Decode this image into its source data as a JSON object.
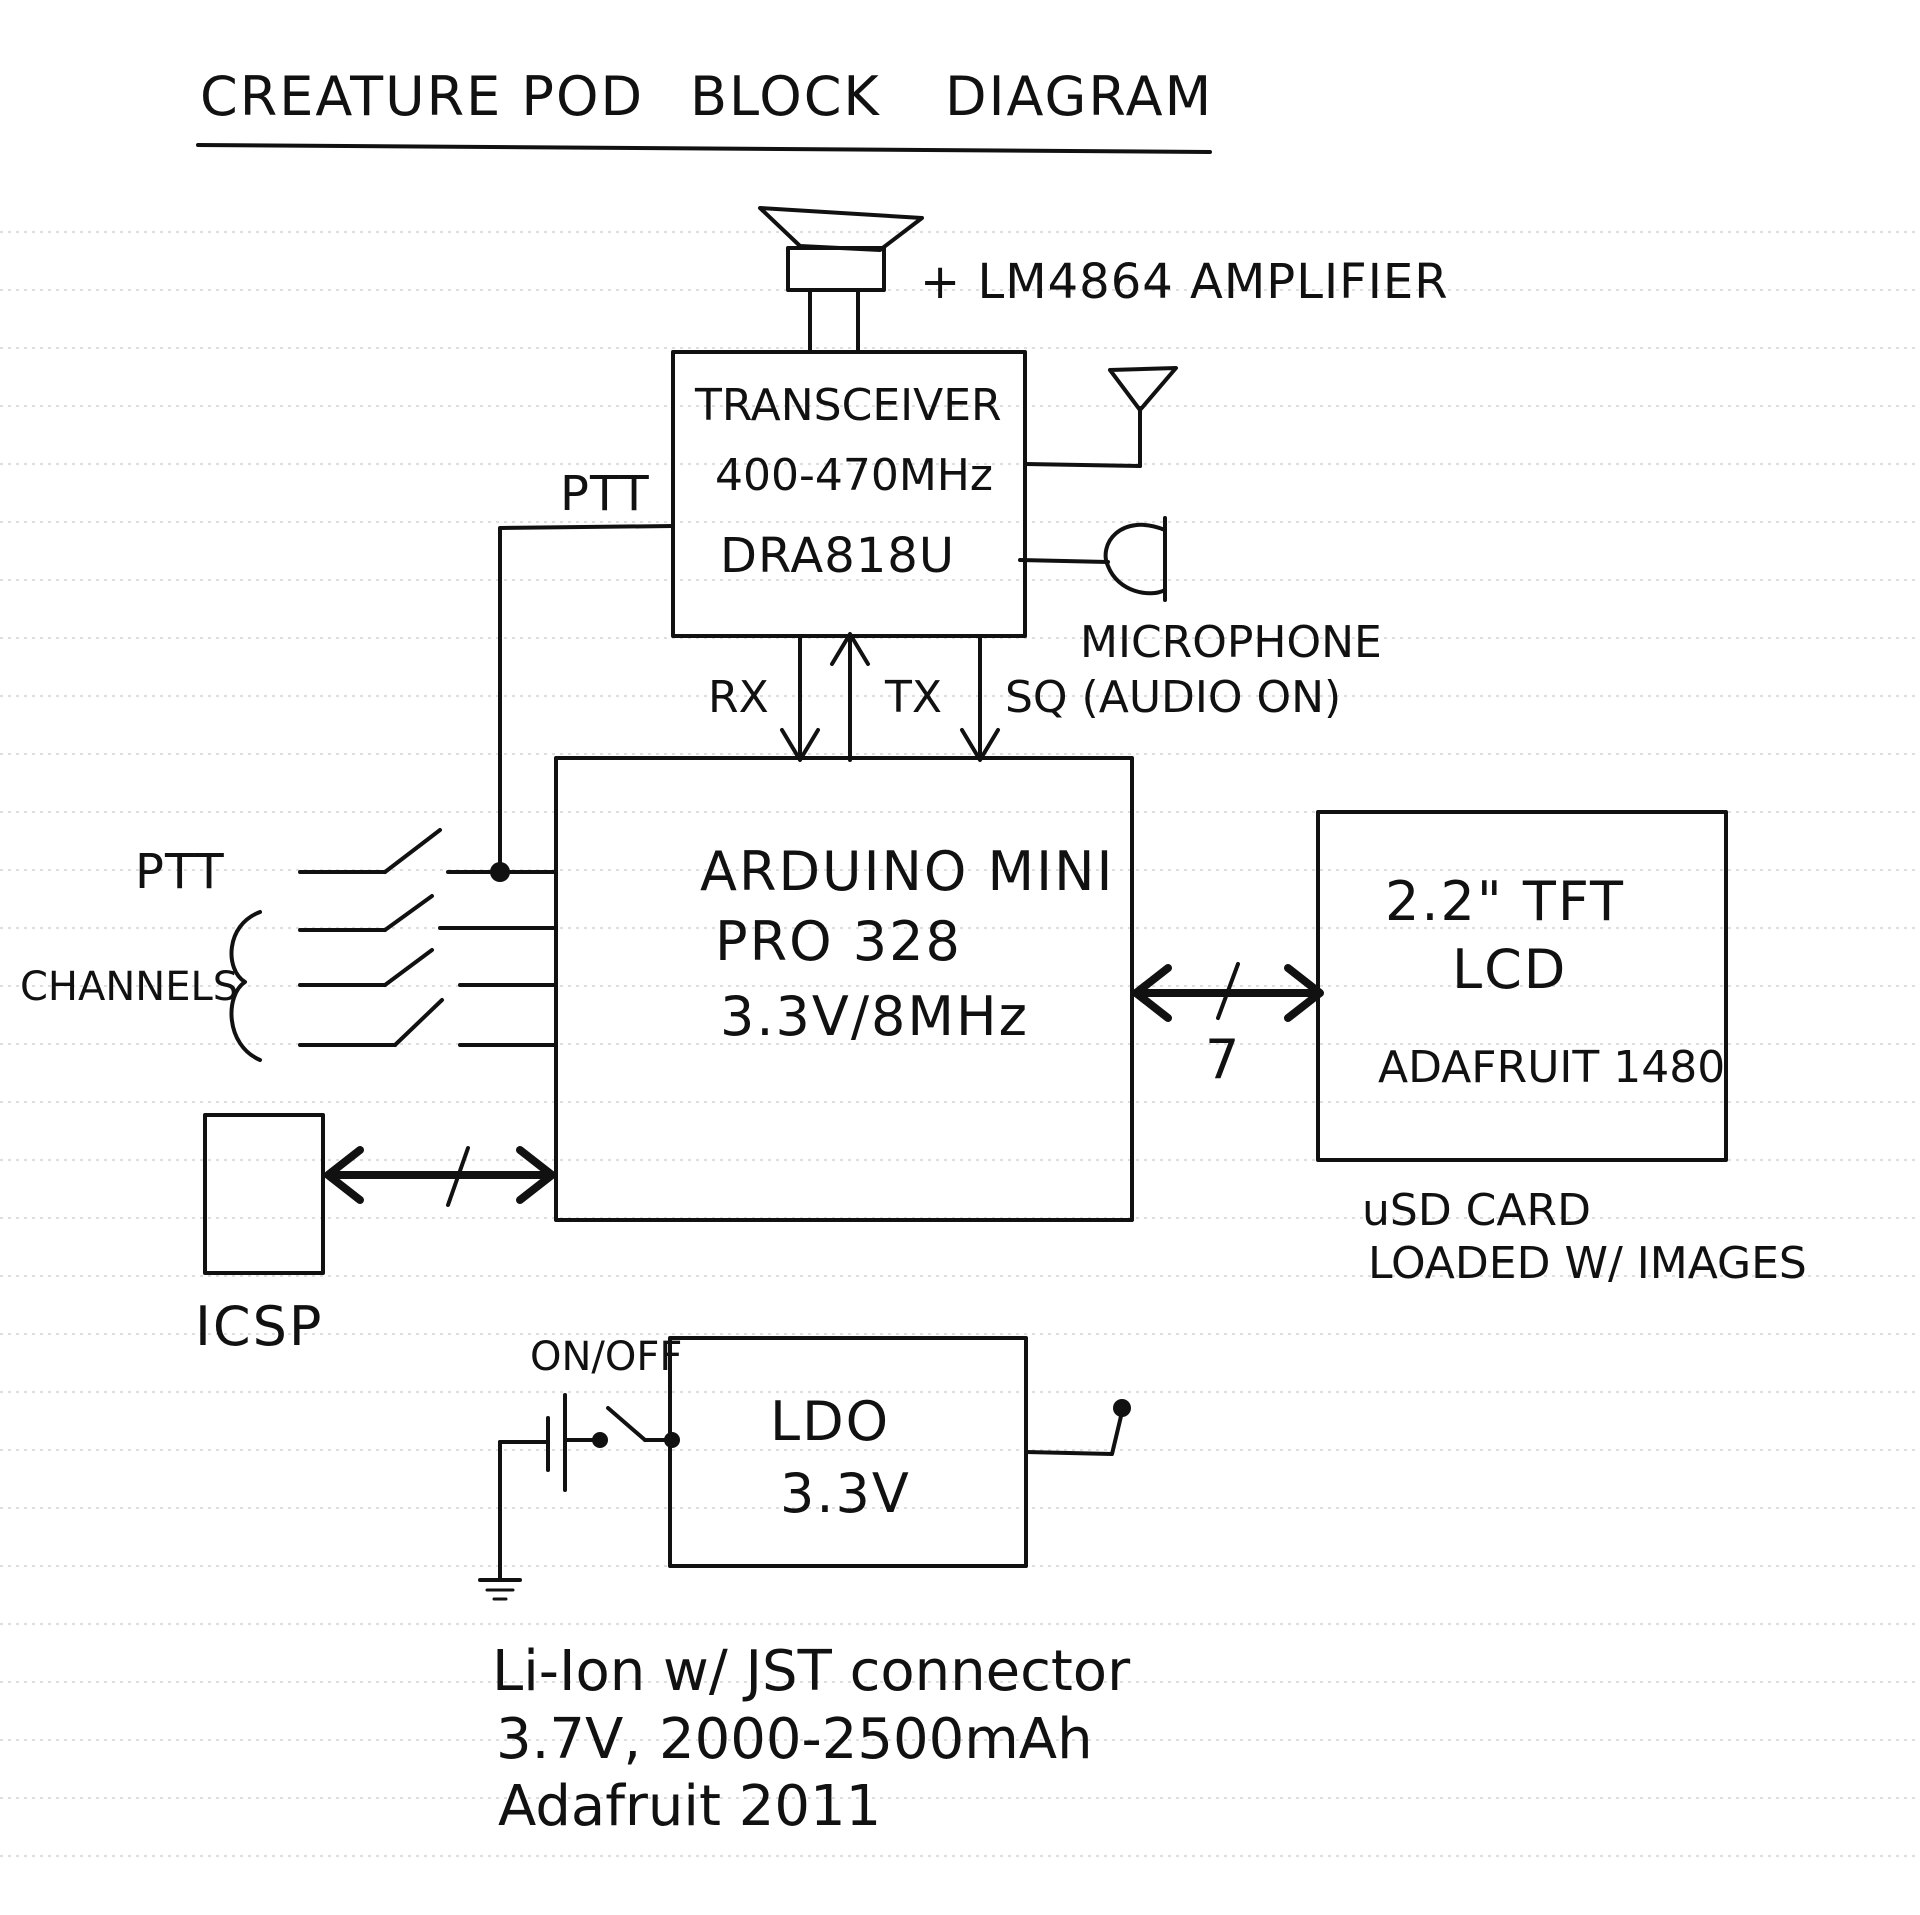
{
  "title": {
    "left": "CREATURE POD",
    "middle": "BLOCK",
    "right": "DIAGRAM"
  },
  "speaker": {
    "label": "+ LM4864 AMPLIFIER"
  },
  "transceiver": {
    "line1": "TRANSCEIVER",
    "line2": "400-470MHz",
    "line3": "DRA818U"
  },
  "antenna": {
    "icon": "antenna-icon"
  },
  "microphone": {
    "label": "MICROPHONE",
    "icon": "microphone-icon"
  },
  "signals": {
    "ptt_top": "PTT",
    "rx": "RX",
    "tx": "TX",
    "sq": "SQ (AUDIO ON)"
  },
  "arduino": {
    "line1": "ARDUINO MINI",
    "line2": "PRO 328",
    "line3": "3.3V/8MHz"
  },
  "switches": {
    "ptt": "PTT",
    "channels": "CHANNELS"
  },
  "tft": {
    "line1": "2.2\" TFT",
    "line2": "LCD",
    "line3": "ADAFRUIT 1480",
    "bus_width": "7"
  },
  "sd_card": {
    "line1": "uSD CARD",
    "line2": "LOADED W/ IMAGES"
  },
  "icsp": {
    "label": "ICSP"
  },
  "power": {
    "switch_label": "ON/OFF",
    "ldo_line1": "LDO",
    "ldo_line2": "3.3V"
  },
  "battery": {
    "line1": "Li-Ion w/ JST connector",
    "line2": "3.7V, 2000-2500mAh",
    "line3": "Adafruit 2011"
  }
}
